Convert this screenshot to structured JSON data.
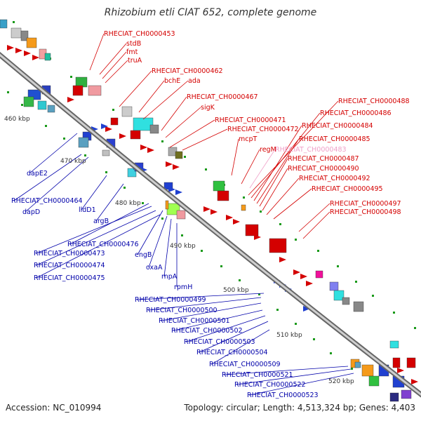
{
  "title": "Rhizobium etli CIAT 652, complete genome",
  "footer": {
    "accession": "Accession: NC_010994",
    "topology": "Topology: circular; Length: 4,513,324 bp; Genes: 4,403"
  },
  "colors": {
    "forward_label": "#d40000",
    "reverse_label": "#0000aa",
    "highlight_label": "#f0a0c8",
    "backbone": "#888888",
    "tick": "#1a9a1a"
  },
  "kbp_labels": [
    "460 kbp",
    "470 kbp",
    "480 kbp",
    "490 kbp",
    "500 kbp",
    "510 kbp",
    "520 kbp"
  ],
  "forward_genes": [
    {
      "label": "RHECIAT_CH0000453"
    },
    {
      "label": "stdB"
    },
    {
      "label": "fmt"
    },
    {
      "label": "truA"
    },
    {
      "label": "RHECIAT_CH0000462"
    },
    {
      "label": "bchE"
    },
    {
      "label": "ada"
    },
    {
      "label": "RHECIAT_CH0000467"
    },
    {
      "label": "sigK"
    },
    {
      "label": "RHECIAT_CH0000471"
    },
    {
      "label": "RHECIAT_CH0000472"
    },
    {
      "label": "mcpT"
    },
    {
      "label": "regM"
    },
    {
      "label": "RHECIAT_CH0000483",
      "highlight": true
    },
    {
      "label": "RHECIAT_CH0000488"
    },
    {
      "label": "RHECIAT_CH0000486"
    },
    {
      "label": "RHECIAT_CH0000484"
    },
    {
      "label": "RHECIAT_CH0000485"
    },
    {
      "label": "RHECIAT_CH0000487"
    },
    {
      "label": "RHECIAT_CH0000490"
    },
    {
      "label": "RHECIAT_CH0000492"
    },
    {
      "label": "RHECIAT_CH0000495"
    },
    {
      "label": "RHECIAT_CH0000497"
    },
    {
      "label": "RHECIAT_CH0000498"
    }
  ],
  "reverse_genes": [
    {
      "label": "dapE2"
    },
    {
      "label": "RHECIAT_CH0000464"
    },
    {
      "label": "dapD"
    },
    {
      "label": "lldD1"
    },
    {
      "label": "argB"
    },
    {
      "label": "RHECIAT_CH0000476"
    },
    {
      "label": "RHECIAT_CH0000473"
    },
    {
      "label": "RHECIAT_CH0000474"
    },
    {
      "label": "RHECIAT_CH0000475"
    },
    {
      "label": "engB"
    },
    {
      "label": "oxaA"
    },
    {
      "label": "rnpA"
    },
    {
      "label": "rpmH"
    },
    {
      "label": "RHECIAT_CH0000499"
    },
    {
      "label": "RHECIAT_CH0000500"
    },
    {
      "label": "RHECIAT_CH0000501"
    },
    {
      "label": "RHECIAT_CH0000502"
    },
    {
      "label": "RHECIAT_CH0000503"
    },
    {
      "label": "RHECIAT_CH0000504"
    },
    {
      "label": "RHECIAT_CH0000509"
    },
    {
      "label": "RHECIAT_CH0000521"
    },
    {
      "label": "RHECIAT_CH0000522"
    },
    {
      "label": "RHECIAT_CH0000523"
    }
  ]
}
